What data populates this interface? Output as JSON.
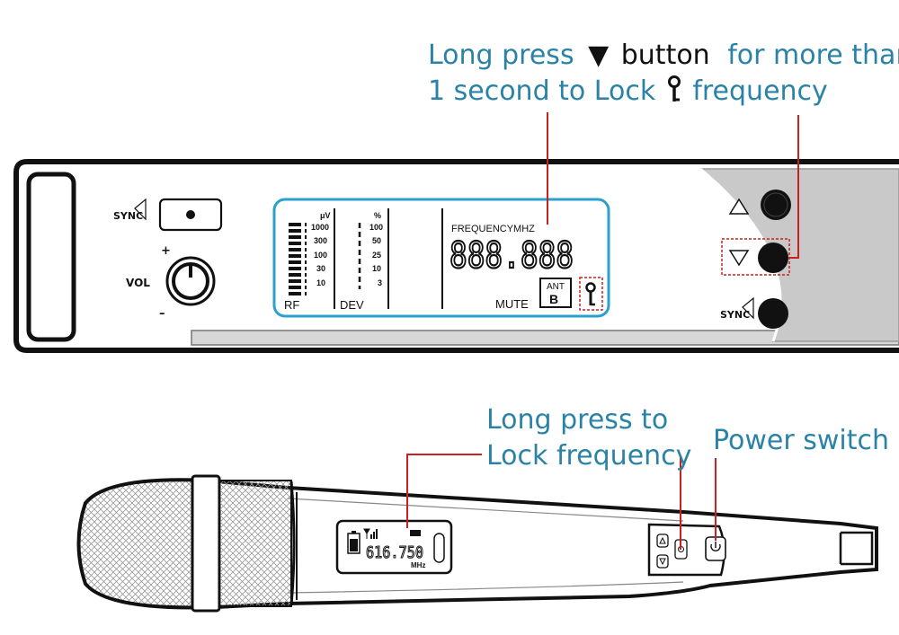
{
  "callouts": {
    "receiver_lock": {
      "line1_part1": "Long press",
      "line1_symbol": "▼",
      "line1_button": "button",
      "line1_part2": "for more than",
      "line2_part1": "1 second to Lock",
      "line2_part2": "frequency"
    },
    "mic_lock": {
      "line1": "Long press to",
      "line2": "Lock frequency"
    },
    "power": {
      "label": "Power switch"
    }
  },
  "receiver": {
    "sync_label": "SYNC",
    "vol_label": "VOL",
    "vol_plus": "+",
    "vol_minus": "–",
    "lcd": {
      "rf_unit": "μV",
      "rf_scale": [
        "1000",
        "300",
        "100",
        "30",
        "10"
      ],
      "rf_label": "RF",
      "dev_unit": "%",
      "dev_scale": [
        "100",
        "50",
        "25",
        "10",
        "3"
      ],
      "dev_label": "DEV",
      "freq_label": "FREQUENCYMHZ",
      "freq_value": "888.888",
      "mute_label": "MUTE",
      "ant_label": "ANT",
      "ant_value": "B"
    },
    "side_sync_label": "SYNC"
  },
  "microphone": {
    "lcd_freq": "616.750",
    "lcd_unit": "MHz"
  },
  "colors": {
    "callout_text": "#2a83a6",
    "leader_line": "#cc1f1f",
    "panel_outline": "#111111",
    "lcd_border": "#2aa0cf",
    "side_panel": "#c8c8c8"
  }
}
